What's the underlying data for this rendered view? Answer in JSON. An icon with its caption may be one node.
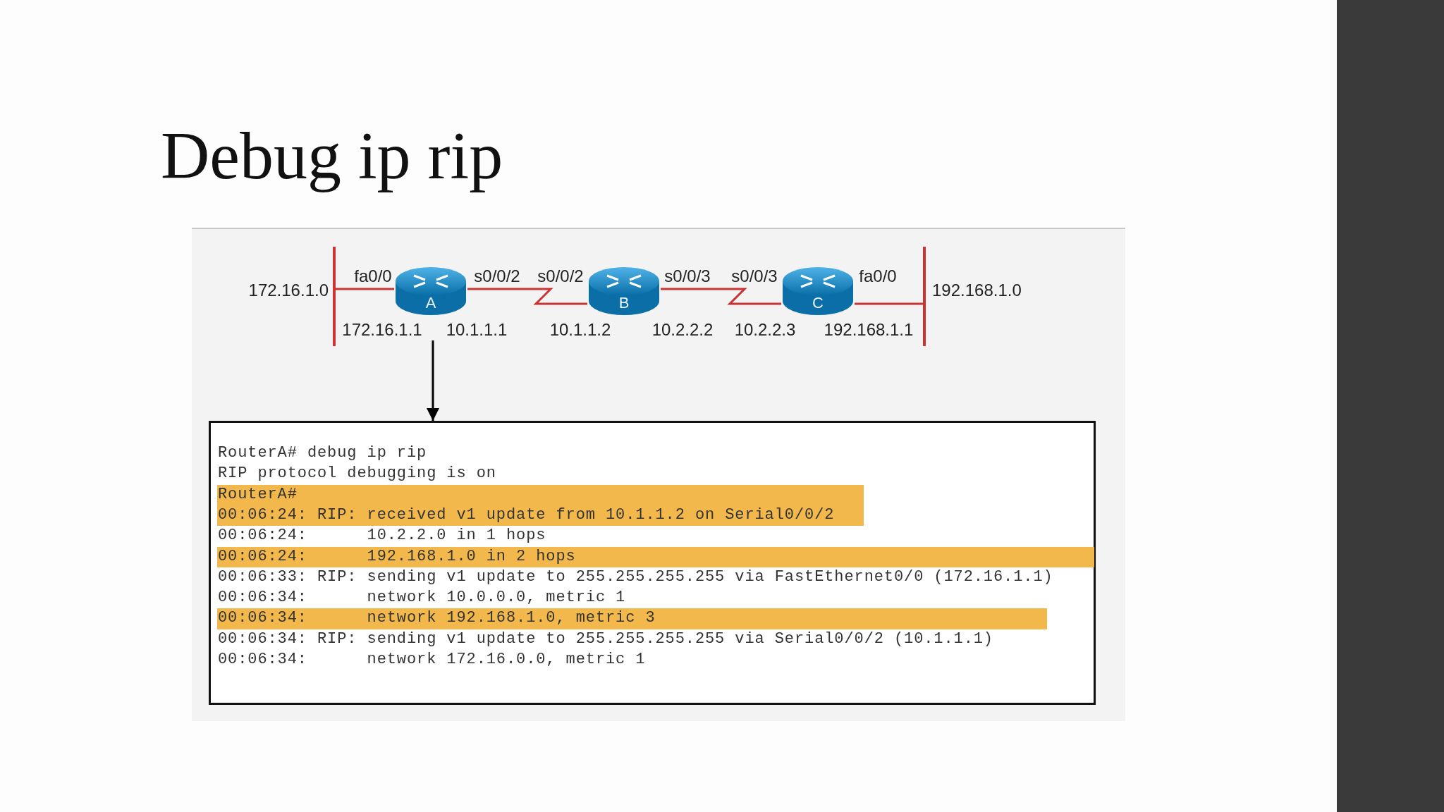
{
  "diagram": {
    "title": "Debug ip rip",
    "nodes": [
      {
        "text": [],
        "shape": "bar",
        "beside": [
          "172.16.1.0"
        ]
      },
      {
        "text": [
          "A"
        ]
      },
      {
        "text": [
          "B"
        ]
      },
      {
        "text": [
          "C"
        ]
      },
      {
        "text": [],
        "shape": "bar",
        "beside": [
          "192.168.1.0"
        ]
      },
      {
        "text": [
          "RouterA# debug ip rip",
          "RIP protocol debugging is on",
          "RouterA#",
          "00:06:24: RIP: received v1 update from 10.1.1.2 on Serial0/0/2",
          "00:06:24:      10.2.2.0 in 1 hops",
          "00:06:24:      192.168.1.0 in 2 hops",
          "00:06:33: RIP: sending v1 update to 255.255.255.255 via FastEthernet0/0 (172.16.1.1)",
          "00:06:34:      network 10.0.0.0, metric 1",
          "00:06:34:      network 192.168.1.0, metric 3",
          "00:06:34: RIP: sending v1 update to 255.255.255.255 via Serial0/0/2 (10.1.1.1)",
          "00:06:34:      network 172.16.0.0, metric 1"
        ]
      }
    ],
    "edges": [
      {
        "from": 0,
        "to": 1,
        "arrow": "none"
      },
      {
        "from": 1,
        "to": 2,
        "arrow": "none"
      },
      {
        "from": 2,
        "to": 3,
        "arrow": "none"
      },
      {
        "from": 3,
        "to": 4,
        "arrow": "none"
      },
      {
        "from": 1,
        "to": 5,
        "arrow": "to",
        "color": "#000000"
      }
    ],
    "labels": [
      "fa0/0",
      "s0/0/2",
      "s0/0/2",
      "s0/0/3",
      "s0/0/3",
      "fa0/0",
      "172.16.1.1",
      "10.1.1.1",
      "10.1.1.2",
      "10.2.2.2",
      "10.2.2.3",
      "192.168.1.1"
    ]
  }
}
